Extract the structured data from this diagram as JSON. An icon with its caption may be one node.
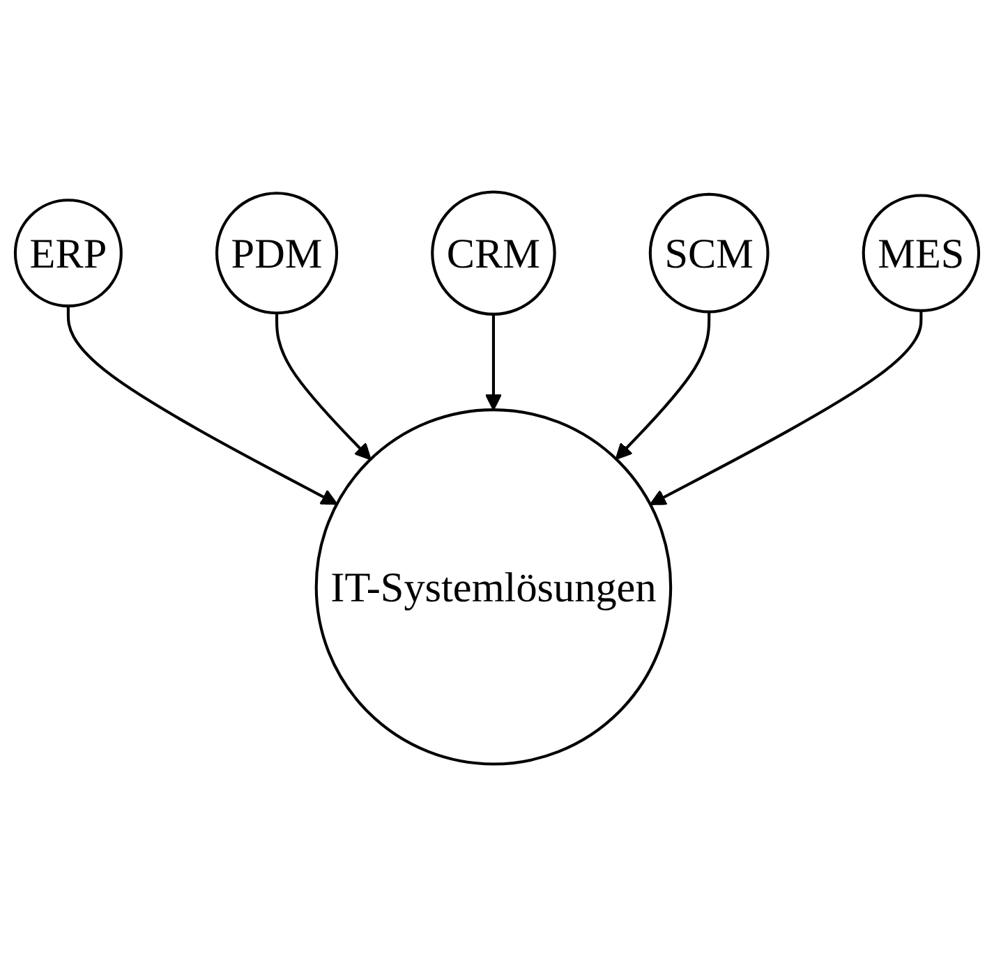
{
  "diagram": {
    "nodes": [
      {
        "text": [
          "ERP"
        ]
      },
      {
        "text": [
          "PDM"
        ]
      },
      {
        "text": [
          "CRM"
        ]
      },
      {
        "text": [
          "IT-Systemlösungen"
        ]
      },
      {
        "text": [
          "SCM"
        ]
      },
      {
        "text": [
          "MES"
        ]
      }
    ],
    "edges": [
      {
        "from": 0,
        "to": 3,
        "arrow": "to"
      },
      {
        "from": 1,
        "to": 3,
        "arrow": "to"
      },
      {
        "from": 2,
        "to": 3,
        "arrow": "to"
      },
      {
        "from": 4,
        "to": 3,
        "arrow": "to"
      },
      {
        "from": 5,
        "to": 3,
        "arrow": "to"
      }
    ]
  }
}
